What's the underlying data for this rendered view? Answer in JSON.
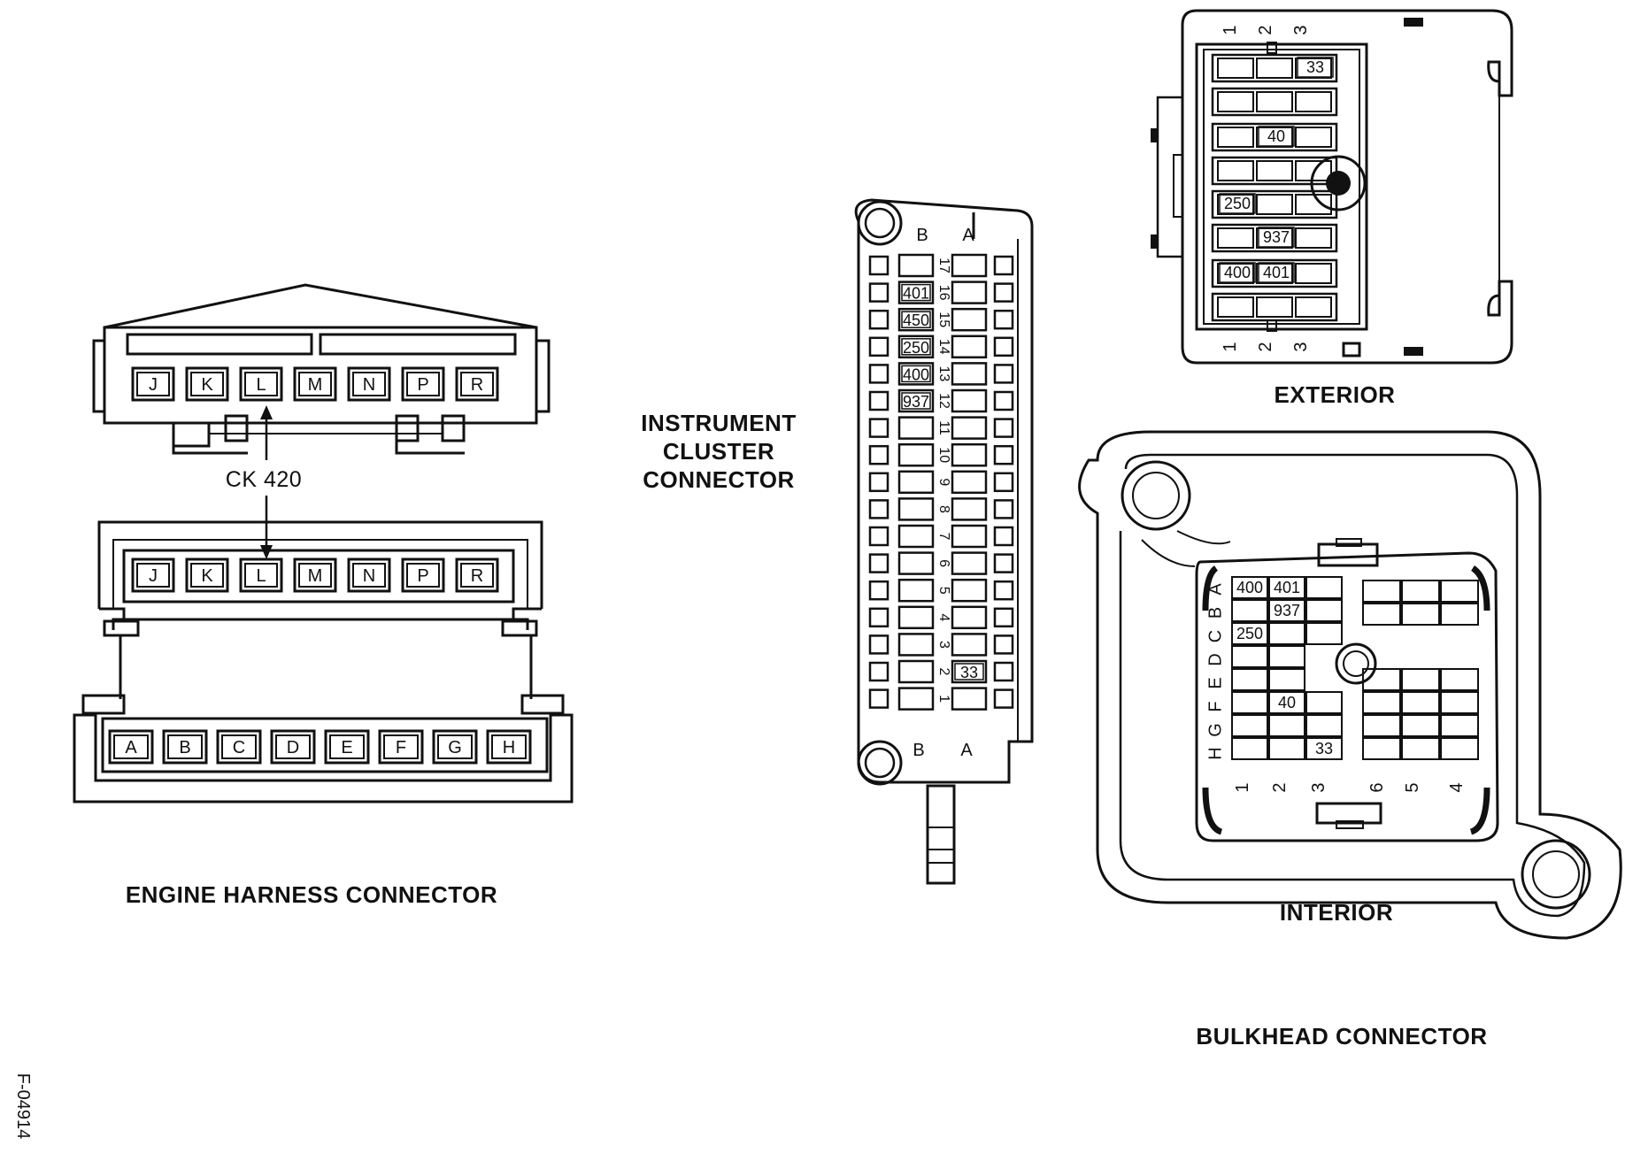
{
  "figure_id": "F-04914",
  "engine": {
    "title": "ENGINE HARNESS CONNECTOR",
    "upper_pins": [
      "J",
      "K",
      "L",
      "M",
      "N",
      "P",
      "R"
    ],
    "lower_pins": [
      "A",
      "B",
      "C",
      "D",
      "E",
      "F",
      "G",
      "H"
    ],
    "circuit_label": "CK 420"
  },
  "cluster": {
    "label_lines": [
      "INSTRUMENT",
      "CLUSTER",
      "CONNECTOR"
    ],
    "col_b": "B",
    "col_a": "A",
    "pin_numbers": [
      "17",
      "16",
      "15",
      "14",
      "13",
      "12",
      "11",
      "10",
      "9",
      "8",
      "7",
      "6",
      "5",
      "4",
      "3",
      "2",
      "1"
    ],
    "circuits_b": {
      "16": "401",
      "15": "450",
      "14": "250",
      "13": "400",
      "12": "937"
    },
    "circuits_a": {
      "2": "33"
    }
  },
  "bulkhead": {
    "title": "BULKHEAD CONNECTOR",
    "exterior": {
      "label": "EXTERIOR",
      "col_labels": [
        "1",
        "2",
        "3"
      ],
      "circuits": {
        "33": "33",
        "40": "40",
        "250": "250",
        "937": "937",
        "400": "400",
        "401": "401"
      }
    },
    "interior": {
      "label": "INTERIOR",
      "row_labels": [
        "A",
        "B",
        "C",
        "D",
        "E",
        "F",
        "G",
        "H"
      ],
      "col_labels": [
        "1",
        "2",
        "3",
        "6",
        "5",
        "4"
      ],
      "circuits": {
        "400": "400",
        "401": "401",
        "937": "937",
        "250": "250",
        "40": "40",
        "33": "33"
      }
    }
  }
}
